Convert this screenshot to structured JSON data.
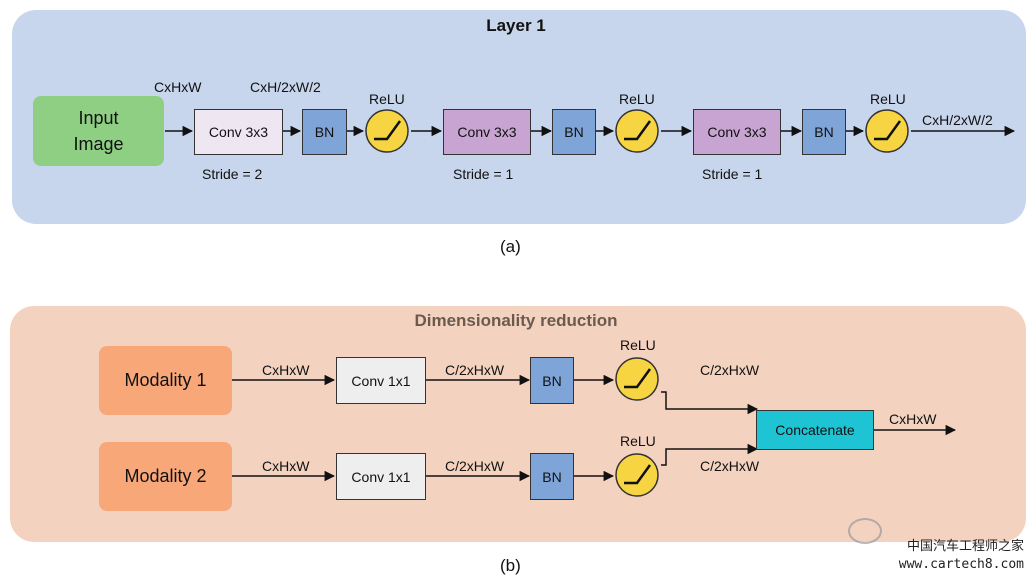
{
  "panel_a": {
    "title": "Layer 1",
    "caption": "(a)",
    "input_box": "Input\nImage",
    "input_dims": "CxHxW",
    "stage1_dims": "CxH/2xW/2",
    "output_dims": "CxH/2xW/2",
    "conv1": "Conv 3x3",
    "conv2": "Conv 3x3",
    "conv3": "Conv 3x3",
    "bn": "BN",
    "relu": "ReLU",
    "stride1": "Stride = 2",
    "stride2": "Stride = 1",
    "stride3": "Stride = 1"
  },
  "panel_b": {
    "title": "Dimensionality reduction",
    "caption": "(b)",
    "modality1": "Modality 1",
    "modality2": "Modality 2",
    "dims_in": "CxHxW",
    "conv": "Conv 1x1",
    "dims_half": "C/2xHxW",
    "bn": "BN",
    "relu": "ReLU",
    "concat": "Concatenate",
    "output_dims": "CxHxW"
  },
  "watermark": {
    "line1": "中国汽车工程师之家",
    "line2": "www.cartech8.com"
  },
  "colors": {
    "panel_a_bg": "#c7d6ec",
    "panel_b_bg": "#f4d2c0",
    "input_green": "#8fcf84",
    "conv_purple": "#c8a4d2",
    "bn_blue": "#7fa5d8",
    "relu_yellow": "#f6d442",
    "modality_orange": "#f7a778",
    "concat_cyan": "#1fc4d4"
  }
}
